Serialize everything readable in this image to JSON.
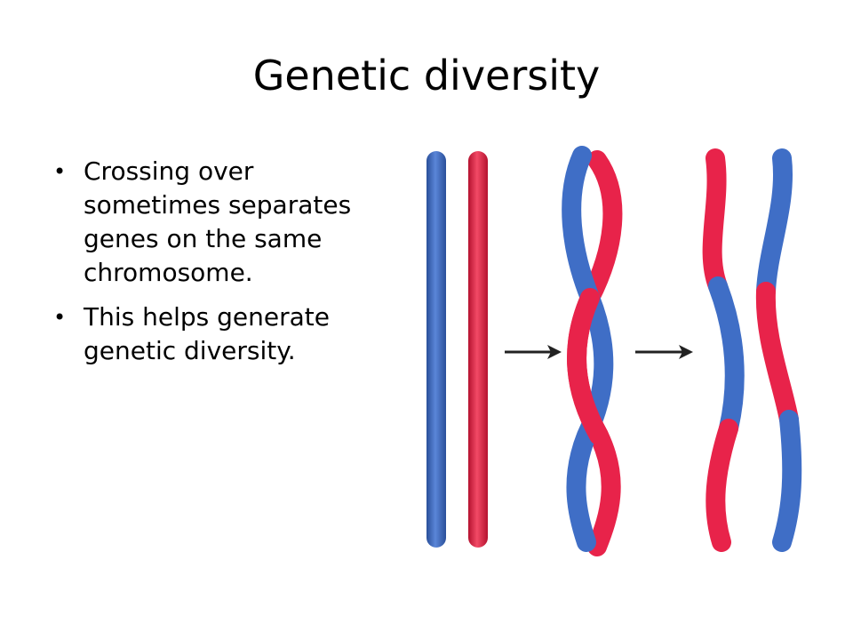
{
  "slide": {
    "title": "Genetic diversity",
    "bullets": [
      "Crossing over sometimes separates genes on the same chromosome.",
      "This helps generate genetic diversity."
    ]
  },
  "figure": {
    "colors": {
      "blue": "#3f6ec6",
      "red": "#e8234a"
    },
    "icons": [
      "arrow-right-icon",
      "arrow-right-icon"
    ]
  }
}
